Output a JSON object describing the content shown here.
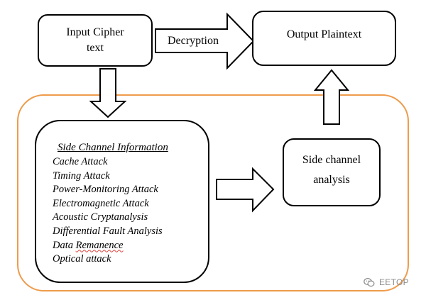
{
  "input_box": {
    "line1": "Input Cipher",
    "line2": "text"
  },
  "decryption_label": "Decryption",
  "output_box": {
    "label": "Output Plaintext"
  },
  "side_channel_info": {
    "title": "Side Channel Information",
    "items": [
      "Cache Attack",
      "Timing Attack",
      "Power-Monitoring Attack",
      "Electromagnetic  Attack",
      "Acoustic Cryptanalysis",
      "Differential Fault Analysis",
      "Data Remanence",
      "Optical attack"
    ]
  },
  "analysis_box": {
    "line1": "Side channel",
    "line2": "analysis"
  },
  "watermark": {
    "text": "EETOP"
  },
  "colors": {
    "region_border": "#ee9b4b",
    "stroke": "#000000",
    "spellcheck_underline": "#e0463e",
    "watermark": "#8a8a8a"
  }
}
